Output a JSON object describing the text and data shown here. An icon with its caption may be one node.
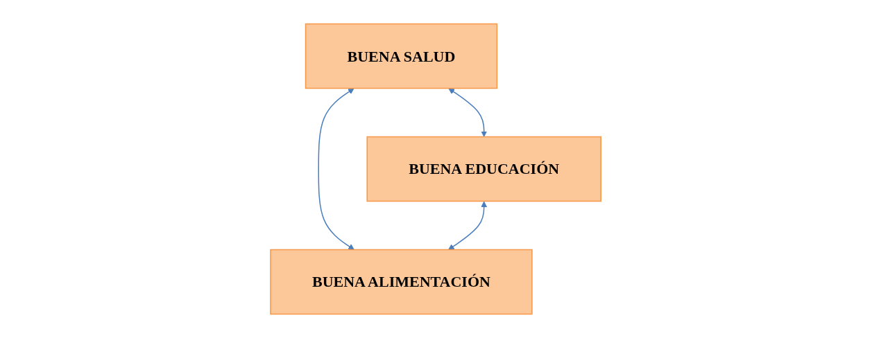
{
  "diagram": {
    "nodes": [
      {
        "text": [
          "BUENA SALUD"
        ]
      },
      {
        "text": [
          "BUENA EDUCACIÓN"
        ]
      },
      {
        "text": [
          "BUENA ALIMENTACIÓN"
        ]
      }
    ],
    "edges": [
      {
        "from": 0,
        "to": 1,
        "arrow": "both"
      },
      {
        "from": 0,
        "to": 2,
        "arrow": "both"
      },
      {
        "from": 1,
        "to": 2,
        "arrow": "both"
      }
    ]
  }
}
